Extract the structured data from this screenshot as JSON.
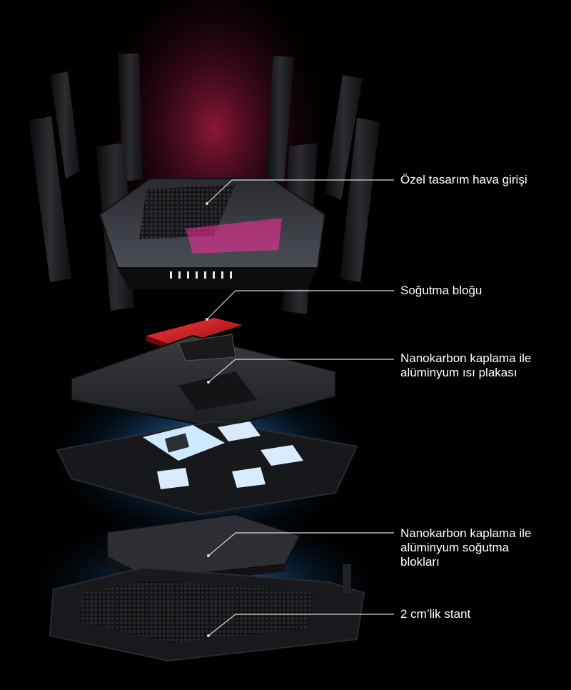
{
  "callouts": [
    {
      "lines": [
        "Özel tasarım hava girişi"
      ]
    },
    {
      "lines": [
        "Soğutma bloğu"
      ]
    },
    {
      "lines": [
        "Nanokarbon kaplama ile",
        "alüminyum ısı plakası"
      ]
    },
    {
      "lines": [
        "Nanokarbon kaplama ile",
        "alüminyum soğutma",
        "blokları"
      ]
    },
    {
      "lines": [
        "2 cm’lik stant"
      ]
    }
  ],
  "colors": {
    "background": "#000000",
    "label_text": "#ffffff",
    "leader_line": "#d8d8d8",
    "rog_glow": "#ff1e6e",
    "cooling_block": "#c8102e",
    "blue_glow": "#4fa8ff"
  }
}
